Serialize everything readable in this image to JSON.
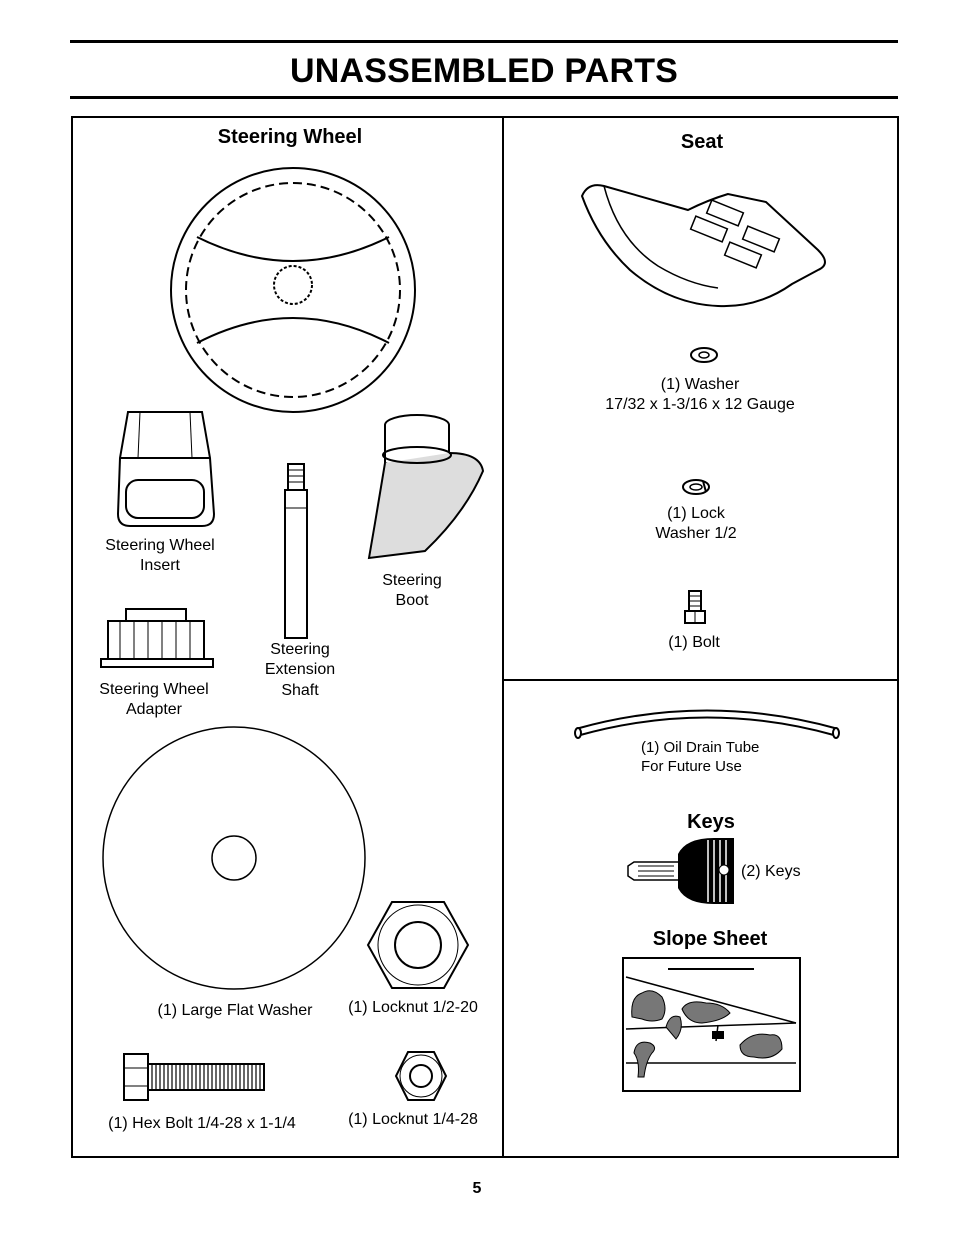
{
  "page": {
    "title": "UNASSEMBLED PARTS",
    "page_number": "5"
  },
  "left_panel": {
    "heading": "Steering Wheel",
    "insert_label": [
      "Steering Wheel",
      "Insert"
    ],
    "shaft_label": [
      "Steering",
      "Extension",
      "Shaft"
    ],
    "boot_label": [
      "Steering",
      "Boot"
    ],
    "adapter_label": [
      "Steering Wheel",
      "Adapter"
    ],
    "large_washer_label": "(1) Large Flat Washer",
    "locknut_large_label": "(1) Locknut  1/2-20",
    "hex_bolt_label": "(1) Hex Bolt  1/4-28 x 1-1/4",
    "locknut_small_label": "(1) Locknut  1/4-28"
  },
  "seat_panel": {
    "heading": "Seat",
    "washer_label": [
      "(1) Washer",
      "17/32 x 1-3/16 x 12 Gauge"
    ],
    "lock_washer_label": [
      "(1) Lock",
      "Washer 1/2"
    ],
    "bolt_label": "(1) Bolt"
  },
  "misc_panel": {
    "oil_tube_label": [
      "(1) Oil Drain Tube",
      "For Future Use"
    ],
    "keys_heading": "Keys",
    "keys_label": "(2) Keys",
    "slope_heading": "Slope Sheet"
  }
}
